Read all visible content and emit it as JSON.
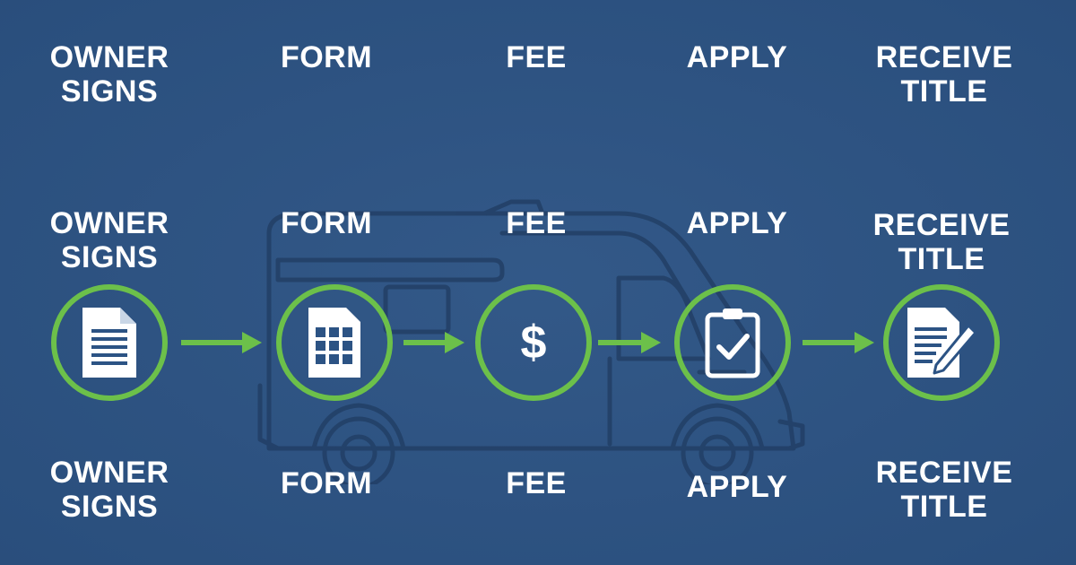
{
  "rows": [
    {
      "labels": [
        "OWNER\nSIGNS",
        "FORM",
        "FEE",
        "APPLY",
        "RECEIVE\nTITLE"
      ]
    },
    {
      "labels": [
        "OWNER\nSIGNS",
        "FORM",
        "FEE",
        "APPLY",
        "RECEIVE\nTITLE"
      ]
    },
    {
      "labels": [
        "OWNER\nSIGNS",
        "FORM",
        "FEE",
        "APPLY",
        "RECEIVE\nTITLE"
      ]
    }
  ],
  "steps": [
    {
      "icon": "document-icon"
    },
    {
      "icon": "form-grid-icon"
    },
    {
      "icon": "dollar-icon",
      "glyph": "$"
    },
    {
      "icon": "clipboard-check-icon"
    },
    {
      "icon": "document-pen-icon"
    }
  ],
  "colors": {
    "background": "#2c5384",
    "accent_green": "#6cc04a",
    "text": "#ffffff",
    "van_outline": "#20406a"
  }
}
